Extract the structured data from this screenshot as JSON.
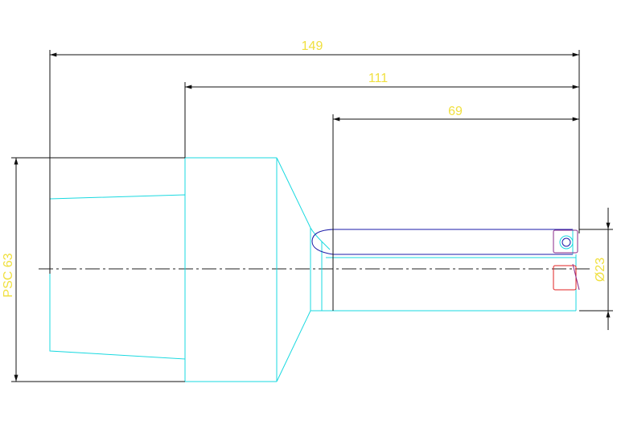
{
  "drawing": {
    "dimensions": {
      "overall_length": "149",
      "mid_length": "111",
      "short_length": "69",
      "clamping": "PSC 63",
      "bore_diameter": "Ø23"
    },
    "colors": {
      "body_outline": "#19d9e0",
      "bar_outline": "#1a1aa8",
      "dimension_lines": "#111111",
      "dimension_text": "#f0e040",
      "insert_top": "#8a2a8a",
      "insert_bottom": "#e02020"
    }
  }
}
